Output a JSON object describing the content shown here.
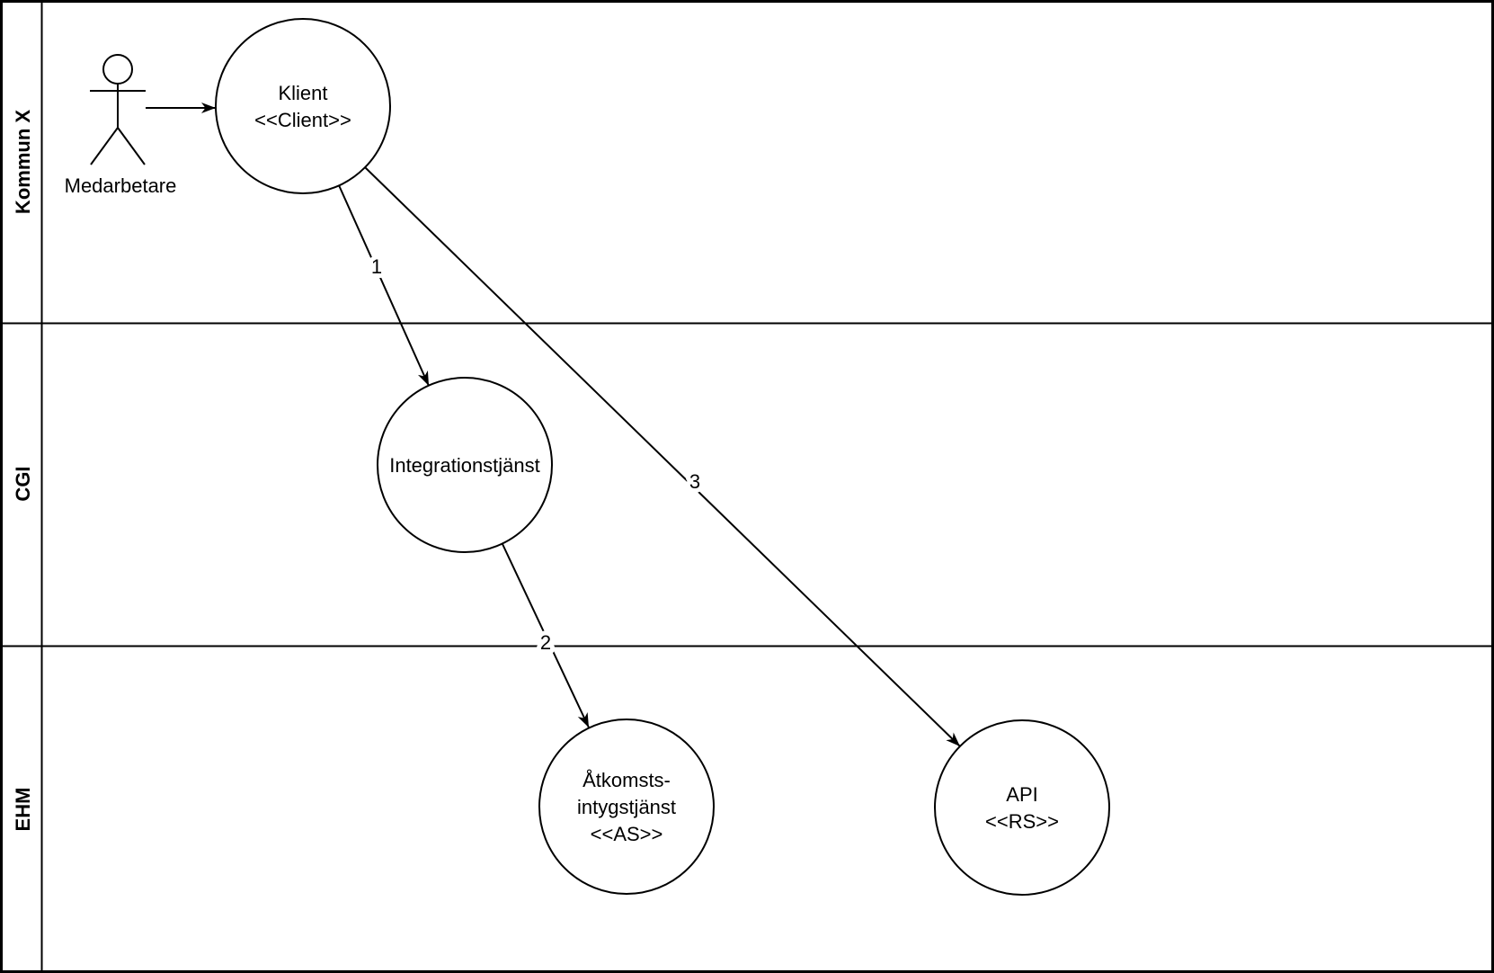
{
  "diagram": {
    "type": "swimlane-use-case-diagram",
    "colors": {
      "background": "#ffffff",
      "stroke": "#000000",
      "text": "#000000"
    },
    "lanes": [
      {
        "label": "Kommun X"
      },
      {
        "label": "CGI"
      },
      {
        "label": "EHM"
      }
    ],
    "actor": {
      "label": "Medarbetare",
      "lane": "Kommun X"
    },
    "nodes": [
      {
        "id": "klient",
        "lane": "Kommun X",
        "lines": [
          "Klient",
          "<<Client>>"
        ]
      },
      {
        "id": "integrationstjanst",
        "lane": "CGI",
        "lines": [
          "Integrationstjänst"
        ]
      },
      {
        "id": "atkomstsintygstjanst",
        "lane": "EHM",
        "lines": [
          "Åtkomsts-",
          "intygstjänst",
          "<<AS>>"
        ]
      },
      {
        "id": "api",
        "lane": "EHM",
        "lines": [
          "API",
          "<<RS>>"
        ]
      }
    ],
    "edges": [
      {
        "from": "Medarbetare",
        "to": "Klient",
        "label": ""
      },
      {
        "from": "Klient",
        "to": "Integrationstjänst",
        "label": "1"
      },
      {
        "from": "Integrationstjänst",
        "to": "Åtkomstsintygstjänst",
        "label": "2"
      },
      {
        "from": "Klient",
        "to": "API",
        "label": "3"
      }
    ]
  }
}
